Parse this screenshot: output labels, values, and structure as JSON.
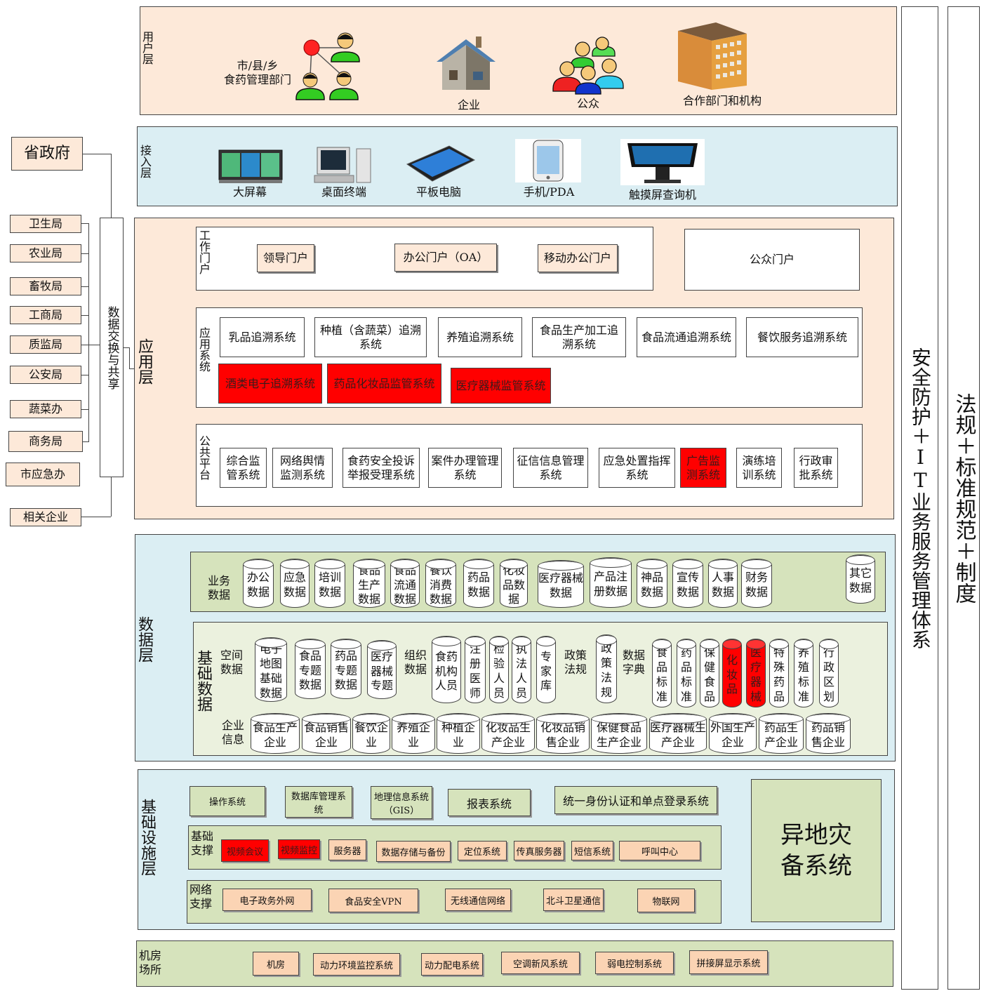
{
  "user_layer": {
    "label": "用户层",
    "items": [
      "市/县/乡\n食药管理部门",
      "企业",
      "公众",
      "合作部门和机构"
    ]
  },
  "access_layer": {
    "label": "接入层",
    "devices": [
      "大屏幕",
      "桌面终端",
      "平板电脑",
      "手机/PDA",
      "触摸屏查询机"
    ]
  },
  "left": {
    "province": "省政府",
    "bureaus": [
      "卫生局",
      "农业局",
      "畜牧局",
      "工商局",
      "质监局",
      "公安局",
      "蔬菜办",
      "商务局"
    ],
    "emergency": "市应急办",
    "enterprises": "相关企业",
    "exchange": "数据交换与共享"
  },
  "app_layer": {
    "label": "应用层",
    "portals": {
      "label": "工作门户",
      "items": [
        "领导门户",
        "办公门户（OA）",
        "移动办公门户"
      ],
      "public": "公众门户"
    },
    "systems": {
      "label": "应用系统",
      "row1": [
        "乳品追溯系统",
        "种植（含蔬菜）追溯系统",
        "养殖追溯系统",
        "食品生产加工追溯系统",
        "食品流通追溯系统",
        "餐饮服务追溯系统"
      ],
      "row2": [
        "酒类电子追溯系统",
        "药品化妆品监管系统",
        "医疗器械监管系统"
      ]
    },
    "public_platform": {
      "label": "公共平台",
      "items": [
        "综合监管系统",
        "网络舆情监测系统",
        "食药安全投诉举报受理系统",
        "案件办理管理系统",
        "征信信息管理系统",
        "应急处置指挥系统",
        "广告监测系统",
        "演练培训系统",
        "行政审批系统"
      ]
    }
  },
  "data_layer": {
    "label": "数据层",
    "business": {
      "label": "业务数据",
      "items": [
        "办公数据",
        "应急数据",
        "培训数据",
        "食品生产数据",
        "食品流通数据",
        "餐饮消费数据",
        "药品数据",
        "化妆品数据",
        "医疗器械数据",
        "产品注册数据",
        "神品数据",
        "宣传数据",
        "人事数据",
        "财务数据",
        "其它数据"
      ]
    },
    "basic": {
      "label": "基础数据",
      "spatial_label": "空间数据",
      "spatial": [
        "电子地图基础数据",
        "食品专题数据",
        "药品专题数据",
        "医疗器械专题"
      ],
      "org_label": "组织数据",
      "org": [
        "食药机构人员",
        "注册医师",
        "检验人员",
        "执法人员",
        "专家库"
      ],
      "policy_label": "政策法规",
      "policy": [
        "政策法规"
      ],
      "dict_label": "数据字典",
      "dict": [
        "食品标准",
        "药品标准",
        "保健食品",
        "化妆品",
        "医疗器械",
        "特殊药品",
        "养殖标准",
        "行政区划"
      ],
      "enterprise_label": "企业信息",
      "enterprise": [
        "食品生产企业",
        "食品销售企业",
        "餐饮企业",
        "养殖企业",
        "种植企业",
        "化妆品生产企业",
        "化妆品销售企业",
        "保健食品生产企业",
        "医疗器械生产企业",
        "外国生产企业",
        "药品生产企业",
        "药品销售企业"
      ]
    }
  },
  "infra_layer": {
    "label": "基础设施层",
    "software": [
      "操作系统",
      "数据库管理系统",
      "地理信息系统（GIS）",
      "报表系统",
      "统一身份认证和单点登录系统"
    ],
    "support_label": "基础支撑",
    "support": [
      "视频会议",
      "视频监控",
      "服务器",
      "数据存储与备份",
      "定位系统",
      "传真服务器",
      "短信系统",
      "呼叫中心"
    ],
    "network_label": "网络支撑",
    "network": [
      "电子政务外网",
      "食品安全VPN",
      "无线通信网络",
      "北斗卫星通信",
      "物联网"
    ],
    "disaster": "异地灾备系统"
  },
  "room": {
    "label": "机房场所",
    "items": [
      "机房",
      "动力环境监控系统",
      "动力配电系统",
      "空调新风系统",
      "弱电控制系统",
      "拼接屏显示系统"
    ]
  },
  "side": {
    "security": "安全防护＋IT业务服务管理体系",
    "law": "法规＋标准规范＋制度"
  }
}
